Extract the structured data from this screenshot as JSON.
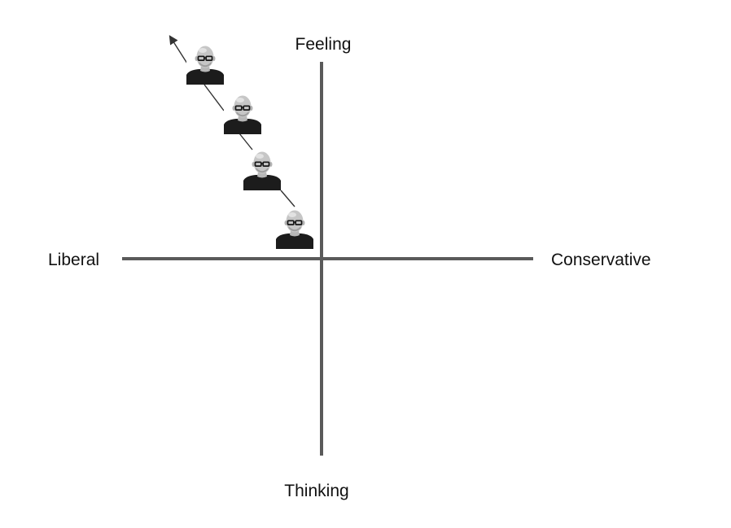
{
  "diagram": {
    "axis_labels": {
      "top": "Feeling",
      "bottom": "Thinking",
      "left": "Liberal",
      "right": "Conservative"
    },
    "colors": {
      "axis": "#5a5a5a",
      "trajectory": "#333333",
      "text": "#111111",
      "shirt": "#1c1c1c",
      "skin": "#c6c6c6"
    },
    "icons": {
      "avatar": "person-portrait-icon",
      "arrow": "arrow-head-icon"
    }
  }
}
